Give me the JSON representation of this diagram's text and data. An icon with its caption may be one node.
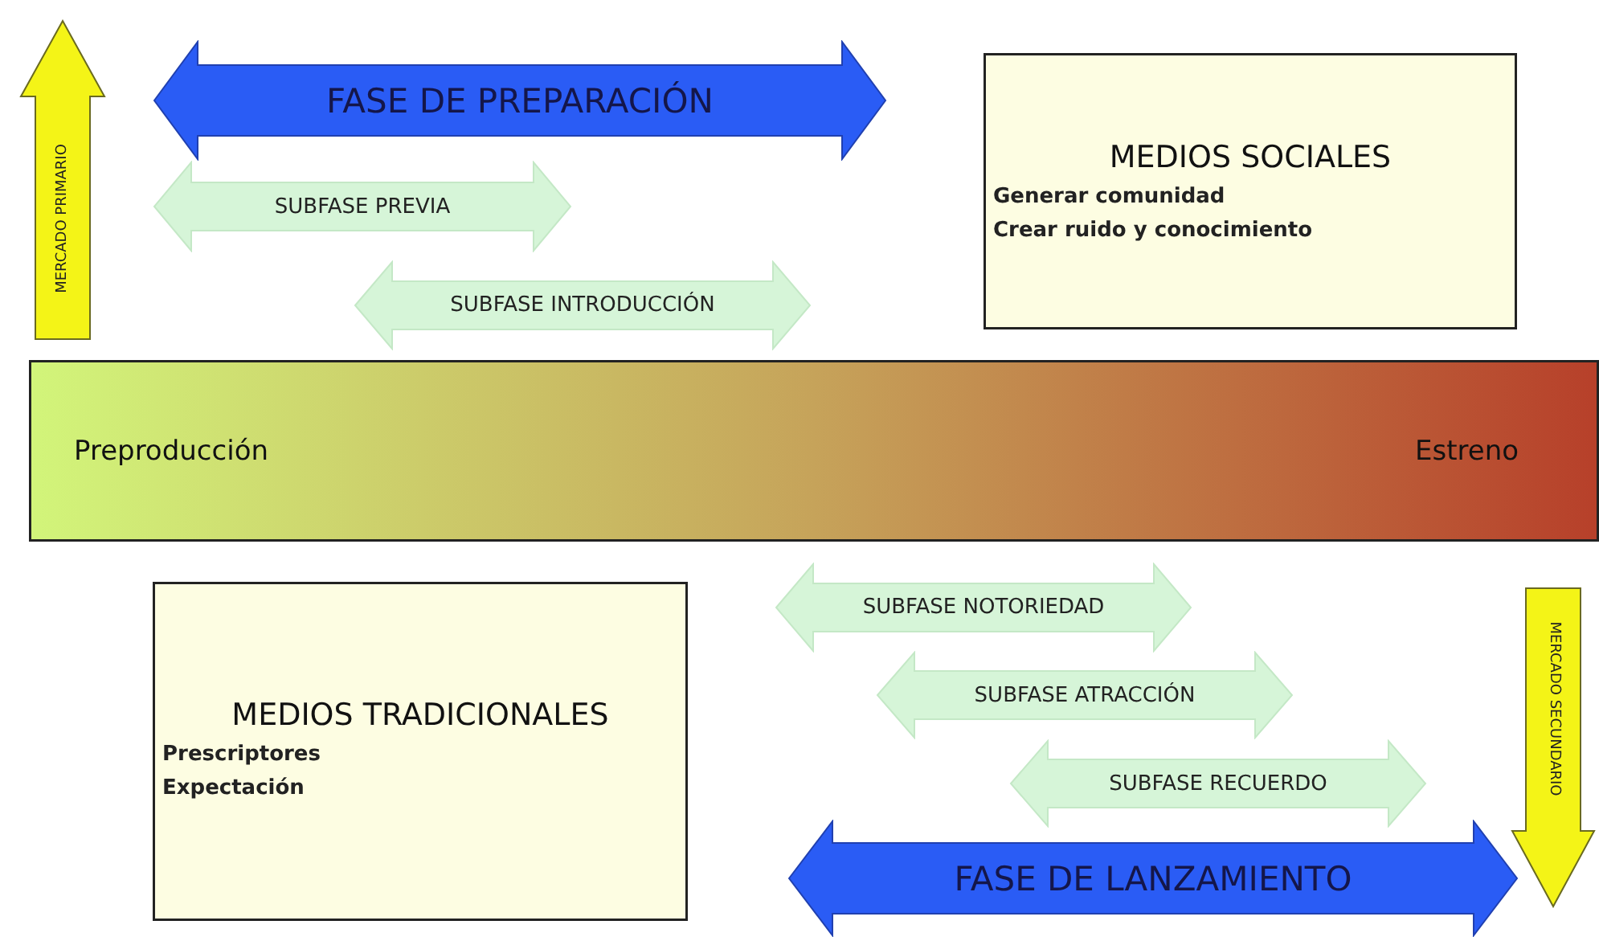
{
  "diagram": {
    "nodes": [
      {
        "text": [
          "MERCADO PRIMARIO"
        ]
      },
      {
        "text": [
          "FASE DE PREPARACIÓN"
        ]
      },
      {
        "text": [
          "MEDIOS SOCIALES",
          "Generar comunidad",
          "Crear ruido y conocimiento"
        ]
      },
      {
        "text": [
          "SUBFASE PREVIA"
        ]
      },
      {
        "text": [
          "SUBFASE INTRODUCCIÓN"
        ]
      },
      {
        "text": [
          "Preproducción",
          "Estreno"
        ]
      },
      {
        "text": [
          "SUBFASE NOTORIEDAD"
        ]
      },
      {
        "text": [
          "MEDIOS TRADICIONALES",
          "Prescriptores",
          "Expectación"
        ]
      },
      {
        "text": [
          "SUBFASE ATRACCIÓN"
        ]
      },
      {
        "text": [
          "SUBFASE RECUERDO"
        ]
      },
      {
        "text": [
          "MERCADO SECUNDARIO"
        ]
      },
      {
        "text": [
          "FASE DE LANZAMIENTO"
        ]
      }
    ]
  }
}
